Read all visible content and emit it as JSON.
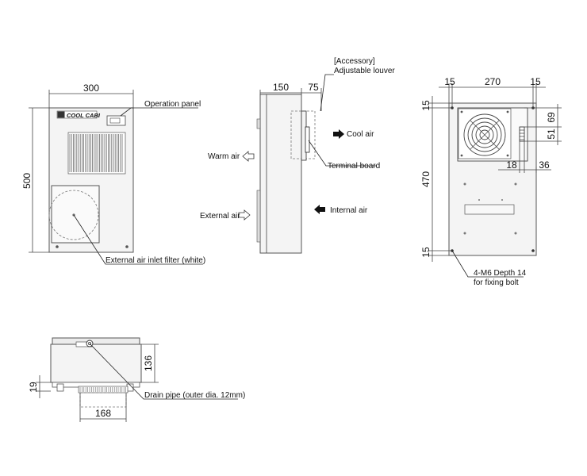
{
  "brand": {
    "logo_text": "COOL CABI"
  },
  "dimensions": {
    "front_width": "300",
    "front_height": "500",
    "side_depth": "150",
    "side_louver": "75",
    "rear_width": "270",
    "rear_margin_left": "15",
    "rear_margin_right": "15",
    "rear_margin_top": "15",
    "rear_hole_pitch": "470",
    "rear_margin_bottom": "15",
    "rear_69": "69",
    "rear_51": "51",
    "rear_18": "18",
    "rear_36": "36",
    "bottom_height": "136",
    "bottom_19": "19",
    "bottom_168": "168"
  },
  "labels": {
    "operation_panel": "Operation panel",
    "filter": "External air inlet filter (white)",
    "accessory": "[Accessory]",
    "louver": "Adjustable louver",
    "cool_air": "Cool air",
    "warm_air": "Warm air",
    "terminal_board": "Terminal board",
    "external_air": "External air",
    "internal_air": "Internal air",
    "fixing_bolt_1": "4-M6 Depth 14",
    "fixing_bolt_2": "for fixing bolt",
    "drain_pipe": "Drain pipe (outer dia. 12mm)"
  },
  "colors": {
    "line": "#444444",
    "panel_fill": "#f4f4f4",
    "text": "#111111",
    "arrow_fill": "#111111"
  }
}
